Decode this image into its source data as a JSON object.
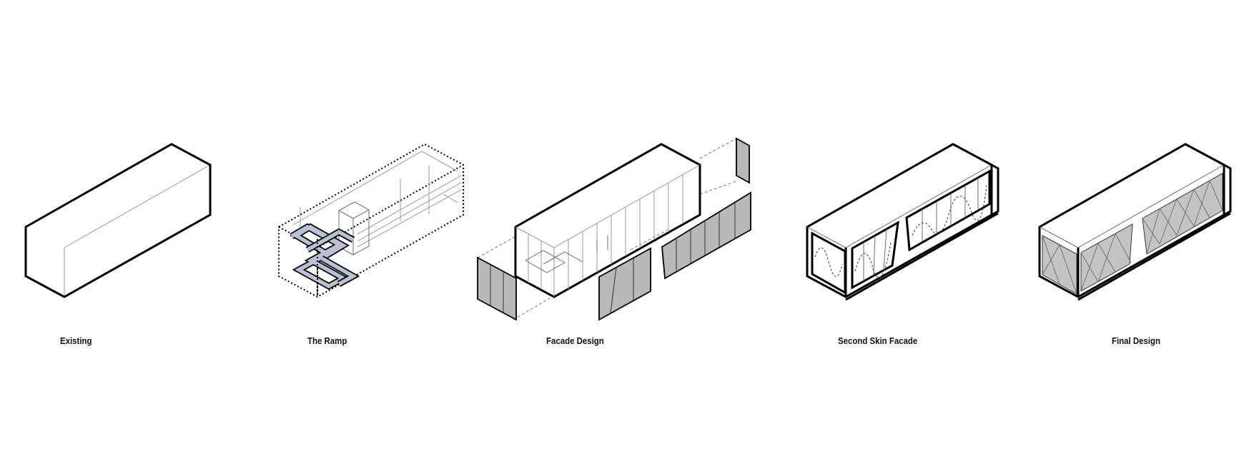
{
  "stages": [
    {
      "label": "Existing"
    },
    {
      "label": "The Ramp"
    },
    {
      "label": "Facade Design"
    },
    {
      "label": "Second Skin Facade"
    },
    {
      "label": "Final Design"
    }
  ]
}
